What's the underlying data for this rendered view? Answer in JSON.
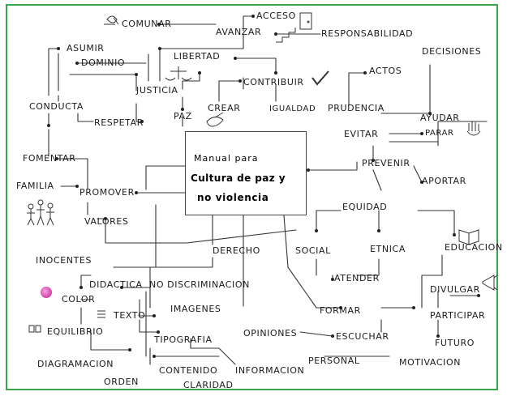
{
  "center": {
    "line1": "Manual para",
    "line2": "Cultura de paz y",
    "line3": "no violencia"
  },
  "words": {
    "comunar": "comunar",
    "acceso": "acceso",
    "avanzar": "avanzar",
    "responsabilidad": "responsabilidad",
    "asumir": "asumir",
    "dominio": "dominio",
    "libertad": "libertad",
    "decisiones": "decisiones",
    "actos": "actos",
    "conducta": "conducta",
    "justicia": "justicia",
    "contribuir": "contribuir",
    "crear": "crear",
    "igualdad": "igualdad",
    "prudencia": "prudencia",
    "ayudar": "ayudar",
    "respetar": "respetar",
    "paz": "paz",
    "evitar": "evitar",
    "parar": "parar",
    "fomentar": "fomentar",
    "prevenir": "prevenir",
    "familia": "familia",
    "promover": "promover",
    "aportar": "aportar",
    "valores": "valores",
    "equidad": "equidad",
    "inocentes": "inocentes",
    "derecho": "derecho",
    "social": "social",
    "etnica": "etnica",
    "educacion": "educacion",
    "atender": "atender",
    "didactica": "didactica",
    "no_discriminacion": "no discriminacion",
    "divulgar": "divulgar",
    "color": "color",
    "imagenes": "imagenes",
    "participar": "participar",
    "texto": "texto",
    "formar": "formar",
    "equilibrio": "equilibrio",
    "tipografia": "tipografia",
    "opiniones": "opiniones",
    "escuchar": "escuchar",
    "futuro": "futuro",
    "personal": "personal",
    "motivacion": "motivacion",
    "diagramacion": "diagramacion",
    "contenido": "contenido",
    "informacion": "informacion",
    "orden": "orden",
    "claridad": "claridad"
  },
  "colors": {
    "frame": "#3aa64a",
    "ink": "#1a1a1a",
    "dot": "#c2188f"
  }
}
